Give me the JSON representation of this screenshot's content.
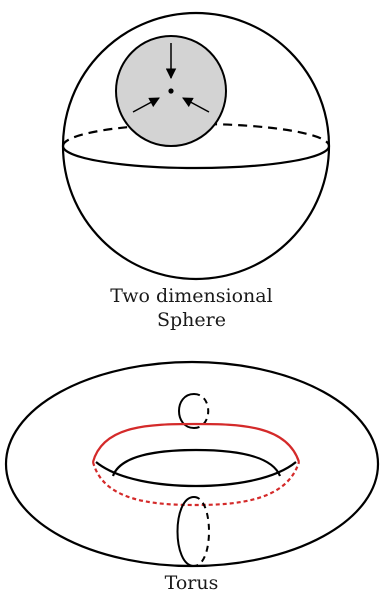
{
  "sphere": {
    "caption_line1": "Two dimensional",
    "caption_line2": "Sphere"
  },
  "torus": {
    "caption": "Torus"
  },
  "colors": {
    "stroke": "#000000",
    "disk_fill": "#d3d3d3",
    "highlight_loop": "#d42a2a",
    "background": "#ffffff"
  }
}
